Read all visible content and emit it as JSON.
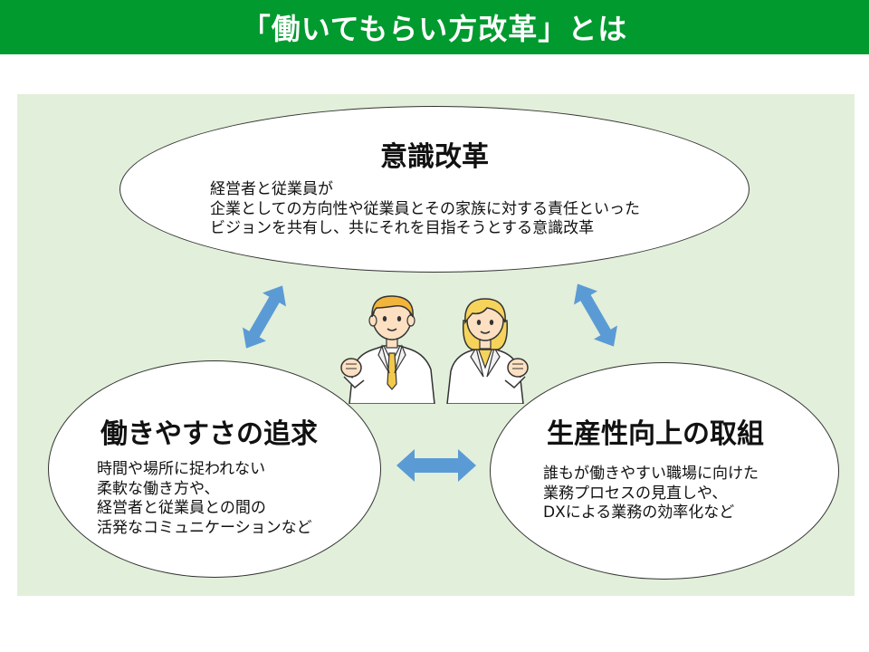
{
  "header": {
    "title": "「働いてもらい方改革」とは"
  },
  "pillars": {
    "top": {
      "title": "意識改革",
      "lines": [
        "経営者と従業員が",
        "企業としての方向性や従業員とその家族に対する責任といった",
        "ビジョンを共有し、共にそれを目指そうとする意識改革"
      ]
    },
    "left": {
      "title": "働きやすさの追求",
      "lines": [
        "時間や場所に捉われない",
        "柔軟な働き方や、",
        "経営者と従業員との間の",
        "活発なコミュニケーションなど"
      ]
    },
    "right": {
      "title": "生産性向上の取組",
      "lines": [
        "誰もが働きやすい職場に向けた",
        "業務プロセスの見直しや、",
        "DXによる業務の効率化など"
      ]
    }
  },
  "colors": {
    "header_bg": "#009a2e",
    "panel_bg": "#e2efda",
    "arrow": "#5b9bd5",
    "skin": "#fde0c2",
    "hair_man": "#f2b53a",
    "hair_woman": "#f6d35b",
    "tie": "#f2c94c"
  },
  "icons": {
    "arrows": "double-headed-arrow",
    "illustration": "business-people-icon"
  }
}
